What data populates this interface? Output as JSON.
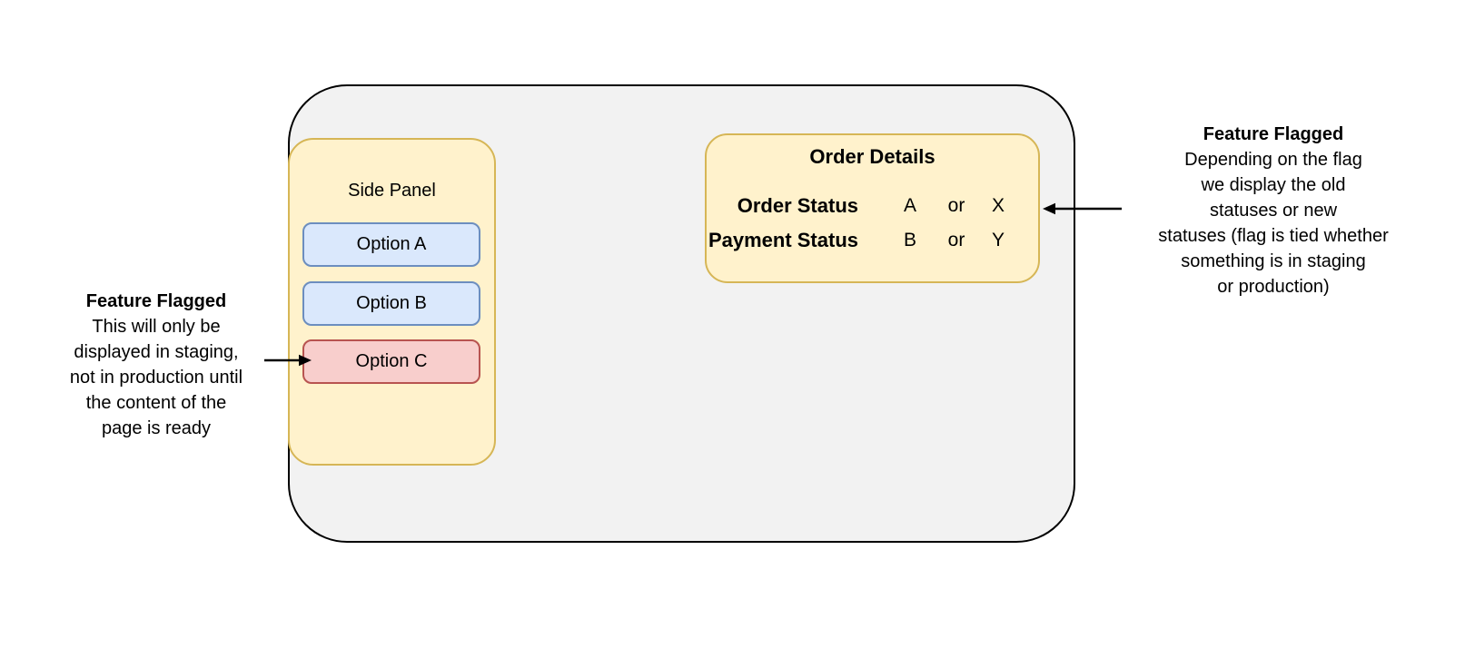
{
  "side_panel": {
    "title": "Side Panel",
    "options": [
      {
        "label": "Option A"
      },
      {
        "label": "Option B"
      },
      {
        "label": "Option C"
      }
    ]
  },
  "order_details": {
    "title": "Order Details",
    "rows": [
      {
        "label": "Order Status",
        "old_value": "A",
        "conjunction": "or",
        "new_value": "X"
      },
      {
        "label": "Payment Status",
        "old_value": "B",
        "conjunction": "or",
        "new_value": "Y"
      }
    ]
  },
  "annotation_left": {
    "title": "Feature Flagged",
    "lines": [
      "This will only be",
      "displayed in staging,",
      "not in production until",
      "the content of the",
      "page is ready"
    ]
  },
  "annotation_right": {
    "title": "Feature Flagged",
    "lines": [
      "Depending on the flag",
      "we display the old",
      "statuses or new",
      "statuses (flag is tied whether",
      "something is in staging",
      "or production)"
    ]
  },
  "colors": {
    "container_fill": "#F2F2F2",
    "container_stroke": "#000000",
    "panel_fill": "#FFF2CC",
    "panel_stroke": "#D6B656",
    "option_blue_fill": "#DAE8FC",
    "option_blue_stroke": "#6C8EBF",
    "option_red_fill": "#F8CECC",
    "option_red_stroke": "#B85450",
    "arrow": "#000000"
  }
}
